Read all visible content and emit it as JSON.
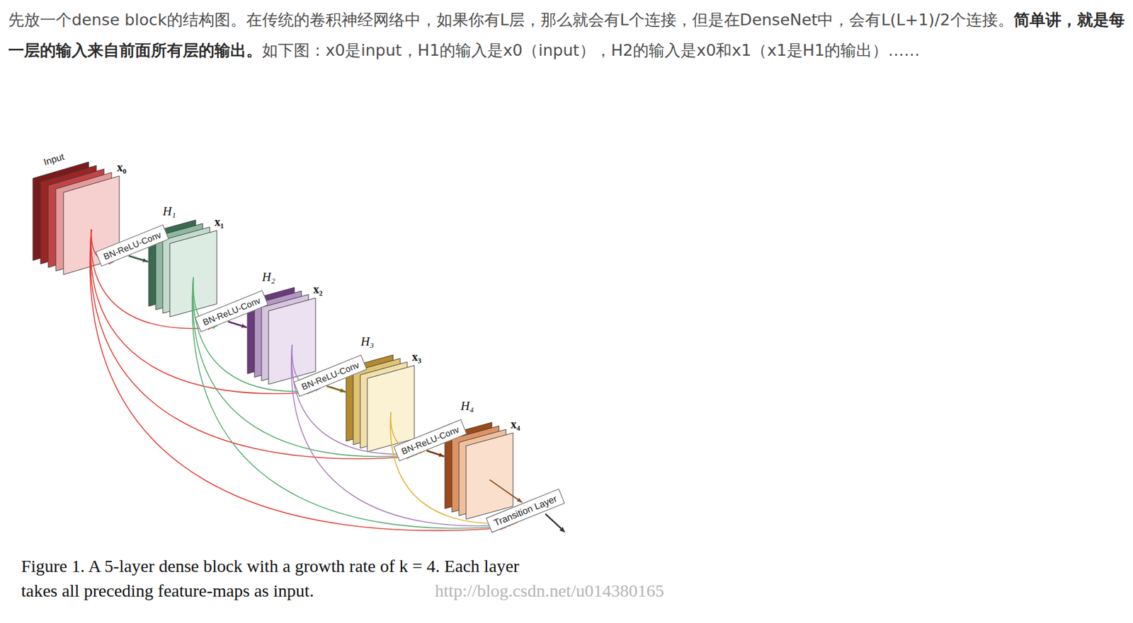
{
  "diagram": {
    "caption": "Figure 1. A 5-layer dense block with a growth rate of k = 4. Each layer takes all preceding feature-maps as input.",
    "nodes": [
      {
        "text": [
          "Input",
          "x₀"
        ]
      },
      {
        "text": [
          "H₁",
          "BN-ReLU-Conv"
        ]
      },
      {
        "text": [
          "x₁"
        ]
      },
      {
        "text": [
          "H₂",
          "BN-ReLU-Conv"
        ]
      },
      {
        "text": [
          "x₂"
        ]
      },
      {
        "text": [
          "H₃",
          "BN-ReLU-Conv"
        ]
      },
      {
        "text": [
          "x₃"
        ]
      },
      {
        "text": [
          "H₄",
          "BN-ReLU-Conv"
        ]
      },
      {
        "text": [
          "x₄"
        ]
      },
      {
        "text": [
          "Transition Layer"
        ]
      }
    ],
    "edges": [
      {
        "from": 0,
        "to": 1,
        "arrow": "to"
      },
      {
        "from": 1,
        "to": 2,
        "arrow": "to"
      },
      {
        "from": 0,
        "to": 3,
        "arrow": "to"
      },
      {
        "from": 2,
        "to": 3,
        "arrow": "to"
      },
      {
        "from": 3,
        "to": 4,
        "arrow": "to"
      },
      {
        "from": 0,
        "to": 5,
        "arrow": "to"
      },
      {
        "from": 2,
        "to": 5,
        "arrow": "to"
      },
      {
        "from": 4,
        "to": 5,
        "arrow": "to"
      },
      {
        "from": 5,
        "to": 6,
        "arrow": "to"
      },
      {
        "from": 0,
        "to": 7,
        "arrow": "to"
      },
      {
        "from": 2,
        "to": 7,
        "arrow": "to"
      },
      {
        "from": 4,
        "to": 7,
        "arrow": "to"
      },
      {
        "from": 6,
        "to": 7,
        "arrow": "to"
      },
      {
        "from": 7,
        "to": 8,
        "arrow": "to"
      },
      {
        "from": 0,
        "to": 9,
        "arrow": "to"
      },
      {
        "from": 2,
        "to": 9,
        "arrow": "to"
      },
      {
        "from": 4,
        "to": 9,
        "arrow": "to"
      },
      {
        "from": 6,
        "to": 9,
        "arrow": "to"
      },
      {
        "from": 8,
        "to": 9,
        "arrow": "to"
      }
    ],
    "labels": [
      "先放一个dense block的结构图。在传统的卷积神经网络中，如果你有L层，那么就会有L个连接，但是在DenseNet中，会有L(L+1)/2个连接。",
      "简单讲，就是每一层的输入来自前面所有层的输出。",
      "如下图：x0是input，H1的输入是x0（input），H2的输入是x0和x1（x1是H1的输出）……",
      "http://blog.csdn.net/u014380165"
    ]
  }
}
